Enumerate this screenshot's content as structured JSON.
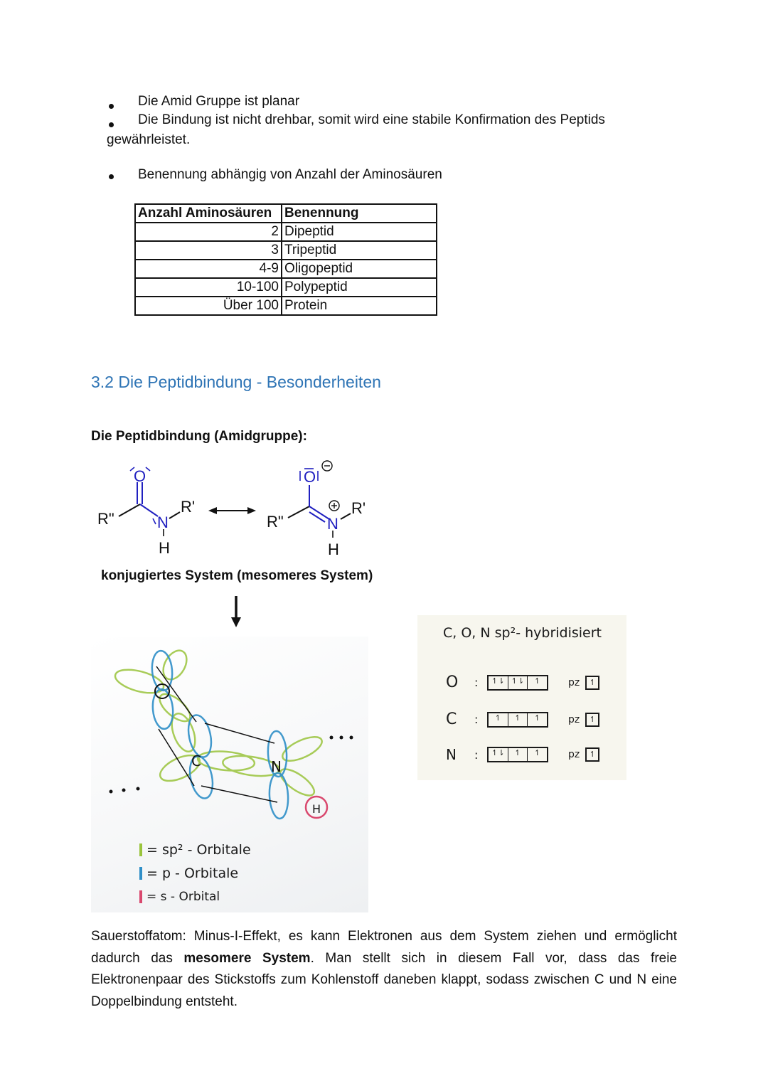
{
  "bullets_top": [
    {
      "text": "Die Amid Gruppe ist planar"
    },
    {
      "text": "Die Bindung ist nicht drehbar, somit wird eine stabile Konfirmation des Peptids",
      "continuation": "gewährleistet."
    }
  ],
  "bullet_naming": {
    "text": "Benennung abhängig von Anzahl der Aminosäuren"
  },
  "table": {
    "headers": [
      "Anzahl Aminosäuren",
      "Benennung"
    ],
    "rows": [
      [
        "2",
        "Dipeptid"
      ],
      [
        "3",
        "Tripeptid"
      ],
      [
        "4-9",
        "Oligopeptid"
      ],
      [
        "10-100",
        "Polypeptid"
      ],
      [
        "Über 100",
        "Protein"
      ]
    ]
  },
  "section": {
    "heading": "3.2 Die Peptidbindung - Besonderheiten",
    "subheading": "Die Peptidbindung (Amidgruppe):",
    "colors": {
      "heading": "#2e74b5",
      "structure_blue": "#2020c0"
    }
  },
  "structure": {
    "left": {
      "oxygen": "O",
      "nitrogen": "N",
      "r_left": "R''",
      "r_right": "R'",
      "hydrogen": "H"
    },
    "right": {
      "oxygen": "O",
      "nitrogen": "N",
      "r_left": "R''",
      "r_right": "R'",
      "hydrogen": "H",
      "minus": "⊖",
      "plus": "⊕"
    },
    "arrow": "↔",
    "caption": "konjugiertes System (mesomeres System)"
  },
  "orbital_drawing": {
    "atoms": [
      "O",
      "C",
      "N",
      "H"
    ],
    "ellipsis": "• • •",
    "legend": [
      {
        "label": "= sp² - Orbitale",
        "color": "#9ac43c"
      },
      {
        "label": "= p - Orbitale",
        "color": "#2f8fc8"
      },
      {
        "label": "= s - Orbital",
        "color": "#d9486e"
      }
    ]
  },
  "hybrid_note": {
    "title": "C, O, N  sp²- hybridisiert",
    "rows": [
      {
        "atom": "O",
        "sp2": [
          "↿⇂",
          "↿⇂",
          "↿"
        ],
        "pz": "↿"
      },
      {
        "atom": "C",
        "sp2": [
          "↿",
          "↿",
          "↿"
        ],
        "pz": "↿"
      },
      {
        "atom": "N",
        "sp2": [
          "↿⇂",
          "↿",
          "↿"
        ],
        "pz": "↿"
      }
    ],
    "pz_label": "pz"
  },
  "paragraph": {
    "part1": "Sauerstoffatom: Minus-I-Effekt, es kann Elektronen aus dem System ziehen und ermöglicht dadurch das ",
    "bold": "mesomere System",
    "part2": ". Man stellt sich in diesem Fall vor, dass das freie Elektronenpaar des Stickstoffs zum Kohlenstoff daneben klappt, sodass zwischen C und N eine Doppelbindung entsteht."
  }
}
